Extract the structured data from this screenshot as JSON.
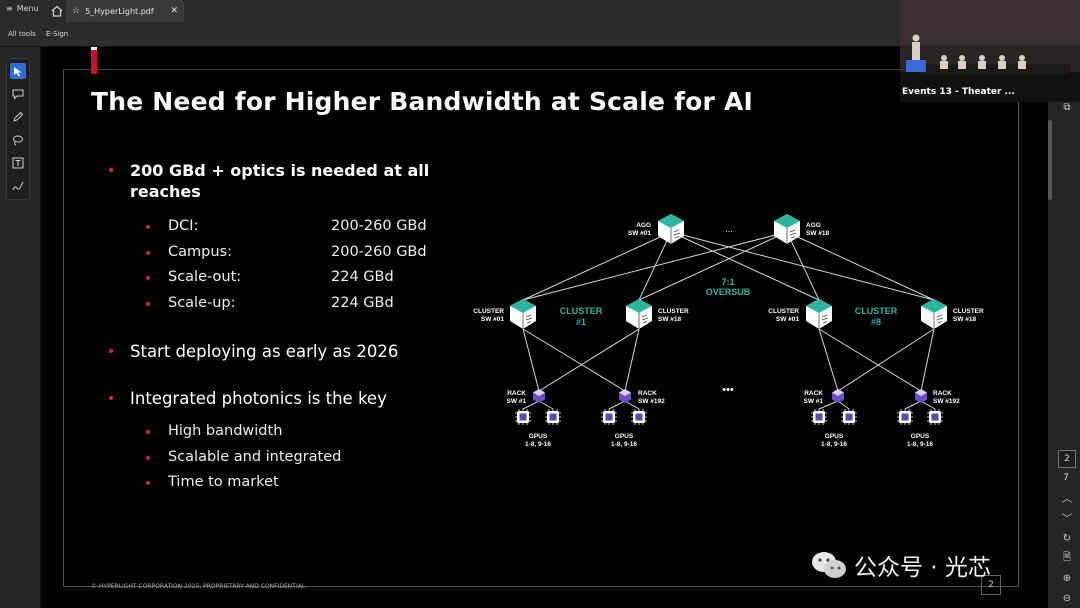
{
  "app": {
    "menu_label": "Menu",
    "tab_title": "5_HyperLight.pdf",
    "toolbar": {
      "all_tools": "All tools",
      "esign": "E-Sign"
    }
  },
  "slide": {
    "title": "The Need for Higher Bandwidth at Scale for AI",
    "bullets": {
      "b1_line1": "200 GBd + optics is needed at all",
      "b1_line2": "reaches",
      "reach": [
        {
          "label": "DCI:",
          "value": "200-260 GBd"
        },
        {
          "label": "Campus:",
          "value": "200-260 GBd"
        },
        {
          "label": "Scale-out:",
          "value": "224 GBd"
        },
        {
          "label": "Scale-up:",
          "value": "224 GBd"
        }
      ],
      "b2": "Start deploying as early as 2026",
      "b3": "Integrated photonics is the key",
      "b3_subs": [
        "High bandwidth",
        "Scalable and integrated",
        "Time to market"
      ]
    },
    "footer": "© HYPERLIGHT CORPORATION 2025, PROPRIETARY AND CONFIDENTIAL",
    "page_number": "2",
    "diagram": {
      "agg1_line1": "AGG",
      "agg1_line2": "SW #01",
      "agg2_line1": "AGG",
      "agg2_line2": "SW #18",
      "agg_dots": "...",
      "oversub_line1": "7:1",
      "oversub_line2": "OVERSUB",
      "c1_left_line1": "CLUSTER",
      "c1_left_line2": "SW #01",
      "c1_mid_line1": "CLUSTER",
      "c1_mid_line2": "#1",
      "c1_right_line1": "CLUSTER",
      "c1_right_line2": "SW #18",
      "c8_left_line1": "CLUSTER",
      "c8_left_line2": "SW #01",
      "c8_mid_line1": "CLUSTER",
      "c8_mid_line2": "#8",
      "c8_right_line1": "CLUSTER",
      "c8_right_line2": "SW #18",
      "rack1_line1": "RACK",
      "rack1_line2": "SW #1",
      "rack2_line1": "RACK",
      "rack2_line2": "SW #192",
      "rack3_line1": "RACK",
      "rack3_line2": "SW #1",
      "rack4_line1": "RACK",
      "rack4_line2": "SW #192",
      "mid_dots": "•••",
      "gpus_label": "GPUS",
      "gpus_range": "1-8, 9-16"
    }
  },
  "sidebar": {
    "page_current": "2",
    "page_total": "7"
  },
  "video": {
    "label": "Events 13 - Theater ..."
  },
  "watermark": {
    "text": "公众号 · 光芯"
  },
  "colors": {
    "accent_red": "#c8102e",
    "switch_green": "#2bb5a0",
    "rack_purple": "#6b4fc8",
    "tool_blue": "#2d6fd6"
  }
}
